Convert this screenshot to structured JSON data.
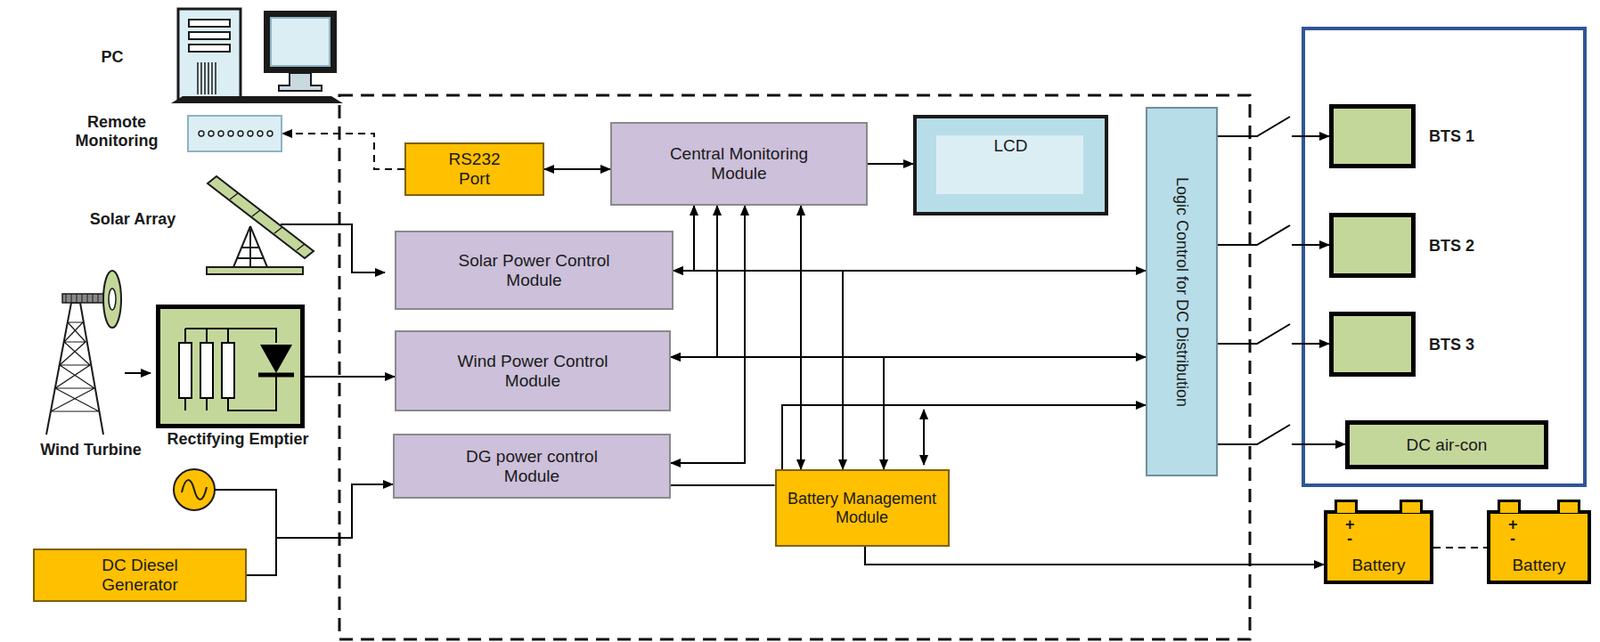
{
  "diagram": {
    "nodes": [
      {
        "text": [
          "Remote Monitoring"
        ]
      },
      {
        "text": [
          "RS232 Port"
        ]
      },
      {
        "text": [
          "Central Monitoring Module"
        ]
      },
      {
        "text": [
          "LCD"
        ]
      },
      {
        "text": [
          "Solar Power Control Module"
        ]
      },
      {
        "text": [
          "Wind Power Control Module"
        ]
      },
      {
        "text": [
          "DG power control Module"
        ]
      },
      {
        "text": [
          "Rectifying Emptier"
        ]
      },
      {
        "text": [
          "DC Diesel Generator"
        ]
      },
      {
        "text": [
          "Battery Management Module"
        ]
      },
      {
        "text": [
          "Logic Control for DC Distribution"
        ]
      },
      {
        "text": [
          "BTS 1"
        ]
      },
      {
        "text": [
          "BTS 2"
        ]
      },
      {
        "text": [
          "BTS 3"
        ]
      },
      {
        "text": [
          "DC air-con"
        ]
      },
      {
        "text": [
          "+",
          "-",
          "Battery"
        ]
      },
      {
        "text": [
          "+",
          "-",
          "Battery"
        ]
      }
    ],
    "edges": [
      {
        "from": 1,
        "to": 0,
        "arrow": "to"
      },
      {
        "from": 1,
        "to": 2,
        "arrow": "both"
      },
      {
        "from": 2,
        "to": 3,
        "arrow": "to"
      },
      {
        "from": 2,
        "to": 4,
        "arrow": "both"
      },
      {
        "from": 2,
        "to": 5,
        "arrow": "both"
      },
      {
        "from": 2,
        "to": 6,
        "arrow": "both"
      },
      {
        "from": 2,
        "to": 9,
        "arrow": "both"
      },
      {
        "from": 4,
        "to": 10,
        "arrow": "to"
      },
      {
        "from": 5,
        "to": 10,
        "arrow": "to"
      },
      {
        "from": 6,
        "to": 9,
        "arrow": "none"
      },
      {
        "from": 9,
        "to": 10,
        "arrow": "to"
      },
      {
        "from": 4,
        "to": 9,
        "arrow": "both"
      },
      {
        "from": 5,
        "to": 9,
        "arrow": "both"
      },
      {
        "from": 9,
        "to": 15,
        "arrow": "to"
      },
      {
        "from": 15,
        "to": 16,
        "arrow": "none"
      },
      {
        "from": 10,
        "to": 11,
        "arrow": "to"
      },
      {
        "from": 10,
        "to": 12,
        "arrow": "to"
      },
      {
        "from": 10,
        "to": 13,
        "arrow": "to"
      },
      {
        "from": 10,
        "to": 14,
        "arrow": "to"
      },
      {
        "from": 7,
        "to": 5,
        "arrow": "to"
      },
      {
        "from": 8,
        "to": 6,
        "arrow": "to"
      }
    ],
    "labels": [
      "PC",
      "Solar Array",
      "Wind Turbine"
    ]
  }
}
